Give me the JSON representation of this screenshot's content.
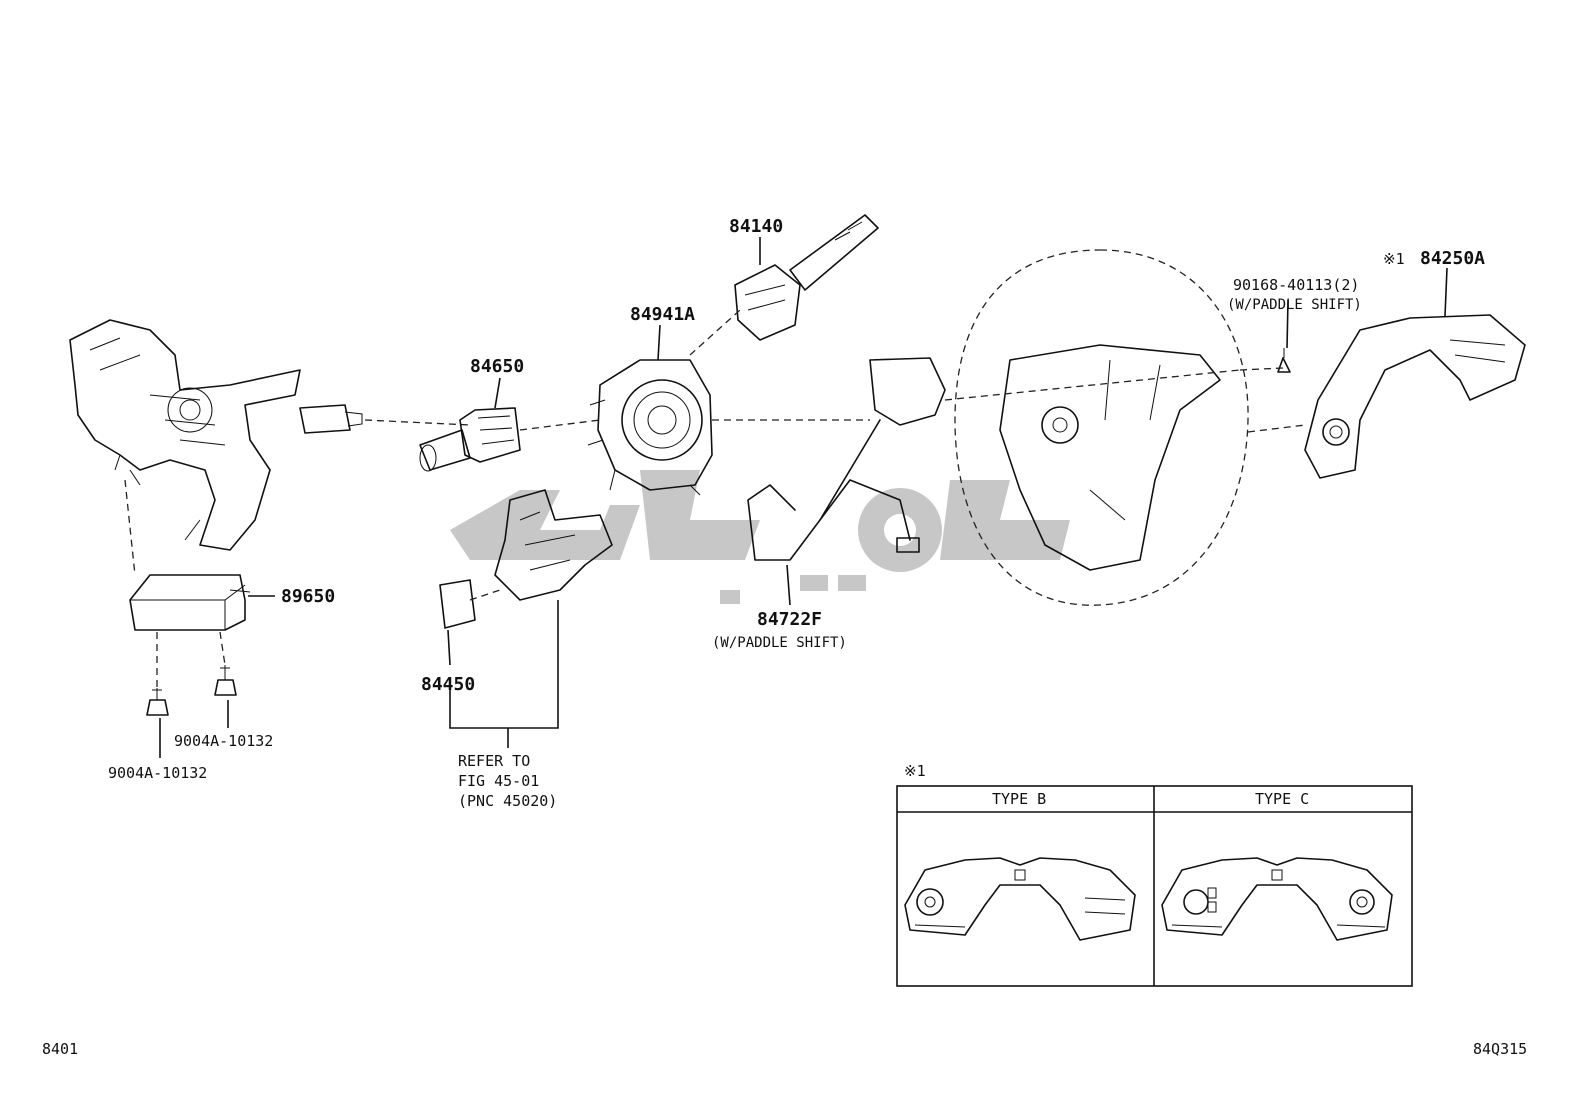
{
  "labels": {
    "p84140": "84140",
    "p84941A": "84941A",
    "p84650": "84650",
    "p89650": "89650",
    "p84450": "84450",
    "p84722F": "84722F",
    "p84722F_note": "(W/PADDLE SHIFT)",
    "p90168": "90168-40113(2)",
    "p90168_note": "(W/PADDLE SHIFT)",
    "p84250A_mark": "※1",
    "p84250A": "84250A",
    "bolt_right": "9004A-10132",
    "bolt_left": "9004A-10132",
    "refer_line1": "REFER TO",
    "refer_line2": "FIG 45-01",
    "refer_line3": "(PNC 45020)"
  },
  "type_table": {
    "mark": "※1",
    "columns": [
      "TYPE B",
      "TYPE C"
    ]
  },
  "footer": {
    "left_code": "8401",
    "right_code": "84Q315"
  },
  "watermark_color": "#bdbdbd"
}
